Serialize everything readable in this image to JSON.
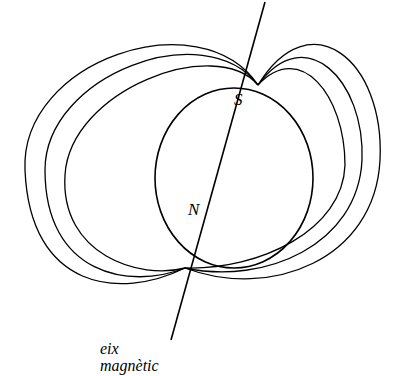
{
  "diagram": {
    "nodes": [
      {
        "text": [
          "S",
          "N"
        ]
      }
    ],
    "labels": [
      "eix magnètic"
    ]
  }
}
